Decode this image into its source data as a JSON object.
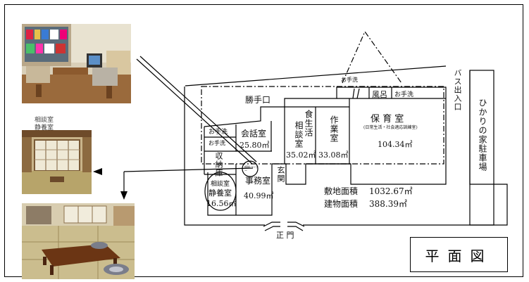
{
  "photo_labels": {
    "top": "相談室",
    "bottom": "静養室"
  },
  "rooms": {
    "katteguchi": "勝手口",
    "otearai_top_right": "お手洗",
    "furo": "風呂",
    "otearai_right": "お手洗",
    "hoikushitsu": "保 育 室",
    "hoiku_sub": "(日常生活・社会適応訓練室)",
    "hoiku_area": "104.34㎡",
    "sagyoushitsu": "作業室",
    "sagyou_area": "33.08㎡",
    "shokuseikatsu": "食生活",
    "soudanshitsu_v": "相談室",
    "shoku_area": "35.02㎡",
    "kaiwashitsu": "会話室",
    "kaiwa_area": "25.80㎡",
    "otearai_left_top": "お手洗",
    "otearai_left_bottom": "お手洗",
    "shuunouko": "収納庫",
    "soudan_corner": "相談コーナー",
    "genkan": "玄関",
    "soudan_seiyou_1": "相談室",
    "soudan_seiyou_2": "静養室",
    "seiyou_area": "16.56㎡",
    "jimushitsu": "事務室",
    "jimu_area": "40.99㎡",
    "seimon": "正 門"
  },
  "area_summary": {
    "site_label": "敷地面積",
    "site_value": "1032.67㎡",
    "building_label": "建物面積",
    "building_value": "388.39㎡"
  },
  "right_side": {
    "bus_entrance": "バス出入口",
    "parking": "ひかりの家駐車場"
  },
  "legend": "平面図"
}
